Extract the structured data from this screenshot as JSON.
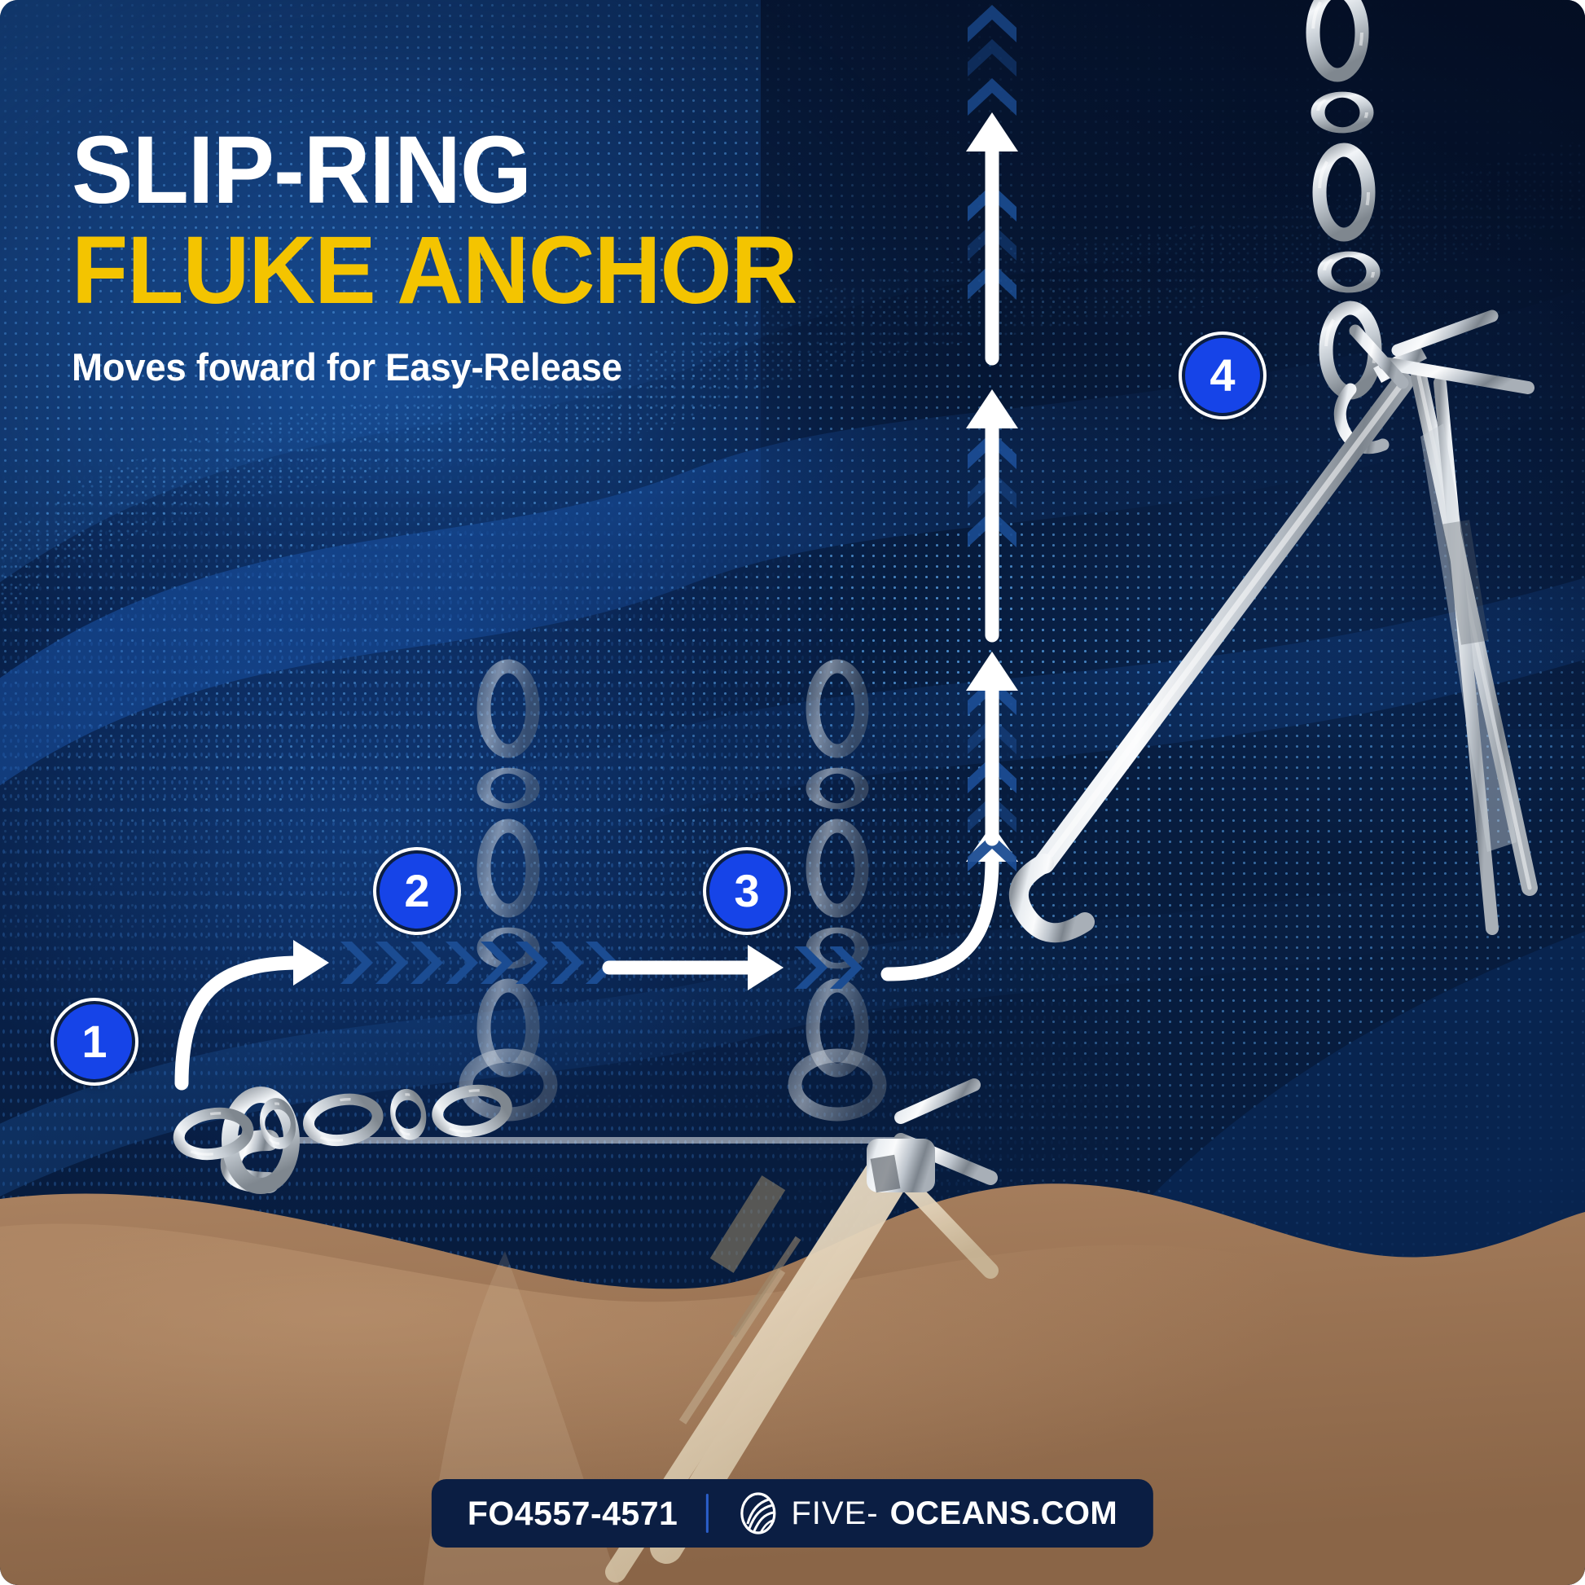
{
  "poster": {
    "background_color": "#071C3E",
    "accent_yellow": "#F4C400",
    "badge_blue": "#1644E8",
    "seabed_color": "#A57E5F",
    "arrow_white": "#FFFFFF",
    "chevron_blue": "#1A4A8E"
  },
  "headline": {
    "line1": "SLIP-RING",
    "line2": "FLUKE ANCHOR",
    "subtitle": "Moves foward for Easy-Release"
  },
  "steps": [
    {
      "number": "1",
      "name": "step-1-chain-pulls-shank"
    },
    {
      "number": "2",
      "name": "step-2-ring-slides-forward"
    },
    {
      "number": "3",
      "name": "step-3-ring-reaches-crown"
    },
    {
      "number": "4",
      "name": "step-4-anchor-released-lifts"
    }
  ],
  "arrows": {
    "curve_start_label": "curved-arrow-step1",
    "chevron_run_label": "chevron-run-step1-to-2",
    "straight_label": "straight-arrow-step2-to-3",
    "curve_up_label": "curved-arrow-step3-to-4",
    "vertical_label": "vertical-arrow-column"
  },
  "footer": {
    "sku": "FO4557-4571",
    "brand_light": "FIVE-",
    "brand_bold": "OCEANS.COM",
    "logo_icon": "wave-shell-logo-icon"
  }
}
